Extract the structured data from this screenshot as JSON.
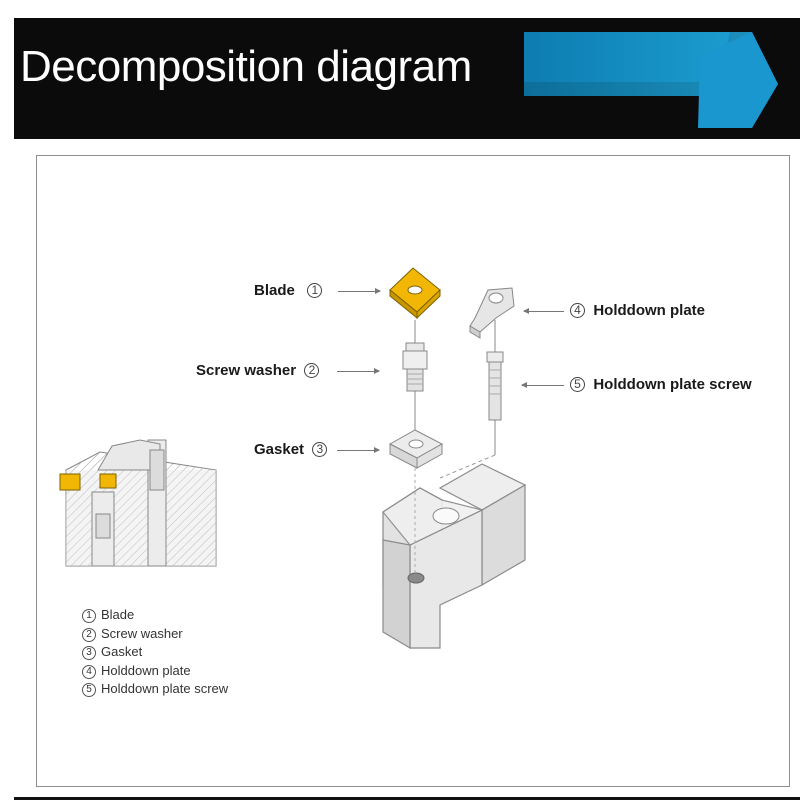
{
  "header": {
    "title": "Decomposition diagram",
    "background": "#0b0b0b",
    "accent_color": "#1a9fd4"
  },
  "callouts": [
    {
      "num": "1",
      "label": "Blade"
    },
    {
      "num": "2",
      "label": "Screw washer"
    },
    {
      "num": "3",
      "label": "Gasket"
    },
    {
      "num": "4",
      "label": "Holddown plate"
    },
    {
      "num": "5",
      "label": "Holddown plate screw"
    }
  ],
  "legend": [
    {
      "num": "1",
      "label": "Blade"
    },
    {
      "num": "2",
      "label": "Screw washer"
    },
    {
      "num": "3",
      "label": "Gasket"
    },
    {
      "num": "4",
      "label": "Holddown plate"
    },
    {
      "num": "5",
      "label": "Holddown plate screw"
    }
  ],
  "colors": {
    "blade": "#f2b705",
    "part_fill": "#e9e9e9",
    "part_stroke": "#8a8a8a"
  }
}
